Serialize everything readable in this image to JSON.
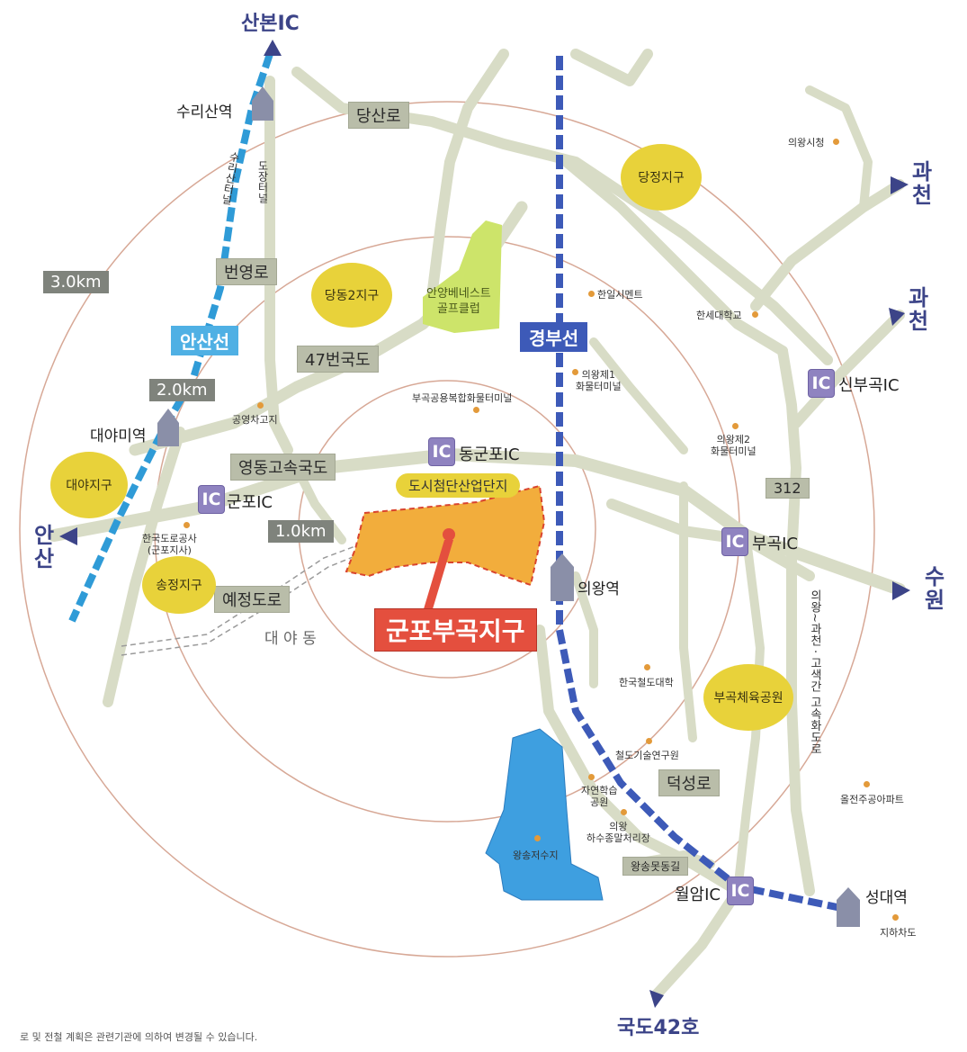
{
  "directions": {
    "sanbon_ic": "산본IC",
    "gwacheon_1_top": "과",
    "gwacheon_1_bottom": "천",
    "gwacheon_2_top": "과",
    "gwacheon_2_bottom": "천",
    "suwon_top": "수",
    "suwon_bottom": "원",
    "ansan_top": "안",
    "ansan_bottom": "산",
    "route42": "국도42호"
  },
  "distances": {
    "d3": "3.0km",
    "d2": "2.0km",
    "d1": "1.0km"
  },
  "rail_lines": {
    "ansan_line": "안산선",
    "gyeongbu_line": "경부선"
  },
  "roads": {
    "dangsan_ro": "당산로",
    "beonyeong_ro": "번영로",
    "route47": "47번국도",
    "yeongdong_expy": "영동고속국도",
    "yejeong_ro": "예정도로",
    "deokseong_ro": "덕성로",
    "route312": "312",
    "wangsongmotdong": "왕송못동길"
  },
  "districts": {
    "dangjeong": "당정지구",
    "dangdong2": "당동2지구",
    "daeya": "대야지구",
    "songjeong": "송정지구",
    "bugok_park": "부곡체육공원",
    "golf_line1": "안양베네스트",
    "golf_line2": "골프클럽",
    "industrial": "도시첨단산업단지"
  },
  "main_site": "군포부곡지구",
  "ic_labels": {
    "badge": "IC",
    "sinbugok": "신부곡IC",
    "donggunpo": "동군포IC",
    "gunpo": "군포IC",
    "bugok": "부곡IC",
    "wolam": "월암IC"
  },
  "stations": {
    "surisan": "수리산역",
    "daeyami": "대야미역",
    "uiwang": "의왕역",
    "seongdae": "성대역"
  },
  "places": {
    "uiwang_city_hall": "의왕시청",
    "hanil_cement": "한일시멘트",
    "hansei_univ": "한세대학교",
    "freight1_line1": "의왕제1",
    "freight1_line2": "화물터미널",
    "bugok_freight": "부곡공용복합화물터미널",
    "gongyeong_garage": "공영차고지",
    "freight2_line1": "의왕제2",
    "freight2_line2": "화물터미널",
    "korea_expressway_line1": "한국도로공사",
    "korea_expressway_line2": "(군포지사)",
    "rail_univ": "한국철도대학",
    "rail_institute": "철도기술연구원",
    "nature_park_line1": "자연학습",
    "nature_park_line2": "공원",
    "sewage_line1": "의왕",
    "sewage_line2": "하수종말처리장",
    "wangsong_reservoir": "왕송저수지",
    "apartment": "올전주공아파트",
    "underpass": "지하차도",
    "daeya_dong": "대  야  동"
  },
  "vertical_labels": {
    "surisan_tunnel": "수리산터널",
    "dojang_tunnel": "도장터널",
    "expressway": "의왕~과천 · 고색간 고속화도로"
  },
  "footer": "로 및 전철 계획은 관련기관에 의하여 변경될 수 있습니다.",
  "colors": {
    "road": "#d8dcc6",
    "ansan_line": "#2f9bd7",
    "gyeongbu_line": "#3d5ab8",
    "district": "#e8d23a",
    "golf": "#cde46a",
    "site": "#f2ad3c",
    "title": "#e44f3e",
    "ic": "#8f83c0",
    "ring": "#d0a090",
    "lake": "#3e9fe0"
  }
}
